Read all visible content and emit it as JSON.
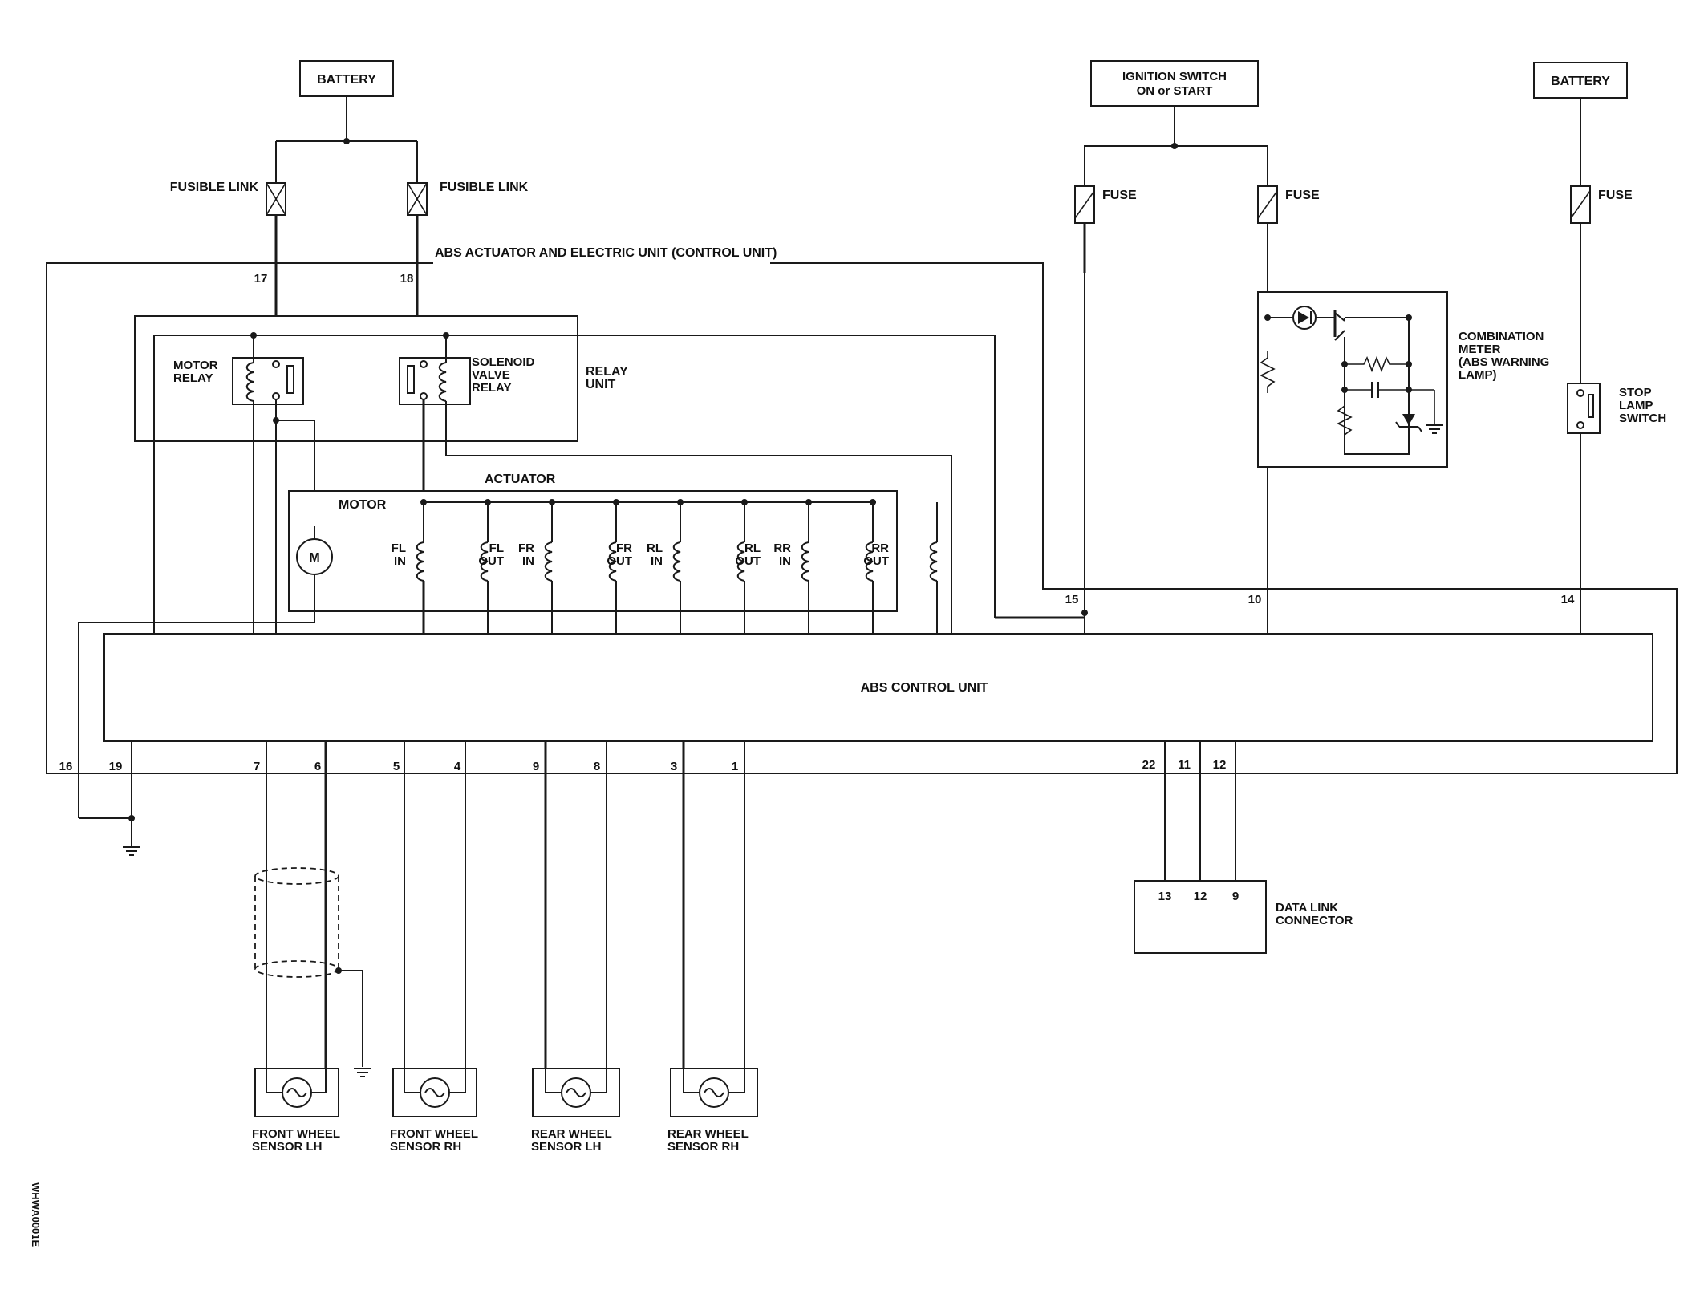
{
  "labels": {
    "battery_left": "BATTERY",
    "battery_right": "BATTERY",
    "ignition_line1": "IGNITION SWITCH",
    "ignition_line2": "ON or START",
    "fusible_link_left": "FUSIBLE LINK",
    "fusible_link_right": "FUSIBLE LINK",
    "fuse_1": "FUSE",
    "fuse_2": "FUSE",
    "fuse_3": "FUSE",
    "abs_actuator": "ABS ACTUATOR AND ELECTRIC UNIT (CONTROL UNIT)",
    "motor_relay_1": "MOTOR",
    "motor_relay_2": "RELAY",
    "solenoid_1": "SOLENOID",
    "solenoid_2": "VALVE",
    "solenoid_3": "RELAY",
    "relay_unit_1": "RELAY",
    "relay_unit_2": "UNIT",
    "actuator": "ACTUATOR",
    "motor": "MOTOR",
    "motor_symbol": "M",
    "abs_control_unit": "ABS CONTROL UNIT",
    "combination_meter": [
      "COMBINATION",
      "METER",
      "(ABS WARNING",
      "LAMP)"
    ],
    "stop_lamp_switch": [
      "STOP",
      "LAMP",
      "SWITCH"
    ],
    "data_link": [
      "DATA LINK",
      "CONNECTOR"
    ],
    "figure_code": "WHWA0001E"
  },
  "solenoids": [
    {
      "line1": "FL",
      "line2": "IN"
    },
    {
      "line1": "FL",
      "line2": "OUT"
    },
    {
      "line1": "FR",
      "line2": "IN"
    },
    {
      "line1": "FR",
      "line2": "OUT"
    },
    {
      "line1": "RL",
      "line2": "IN"
    },
    {
      "line1": "RL",
      "line2": "OUT"
    },
    {
      "line1": "RR",
      "line2": "IN"
    },
    {
      "line1": "RR",
      "line2": "OUT"
    }
  ],
  "pins": {
    "p17": "17",
    "p18": "18",
    "p15": "15",
    "p10": "10",
    "p14": "14",
    "p16": "16",
    "p19": "19",
    "p7": "7",
    "p6": "6",
    "p5": "5",
    "p4": "4",
    "p9": "9",
    "p8": "8",
    "p3": "3",
    "p1": "1",
    "p22": "22",
    "p11": "11",
    "p12": "12",
    "dl13": "13",
    "dl12": "12",
    "dl9": "9"
  },
  "wheel_sensors": [
    {
      "line1": "FRONT WHEEL",
      "line2": "SENSOR LH"
    },
    {
      "line1": "FRONT WHEEL",
      "line2": "SENSOR RH"
    },
    {
      "line1": "REAR WHEEL",
      "line2": "SENSOR LH"
    },
    {
      "line1": "REAR WHEEL",
      "line2": "SENSOR RH"
    }
  ]
}
